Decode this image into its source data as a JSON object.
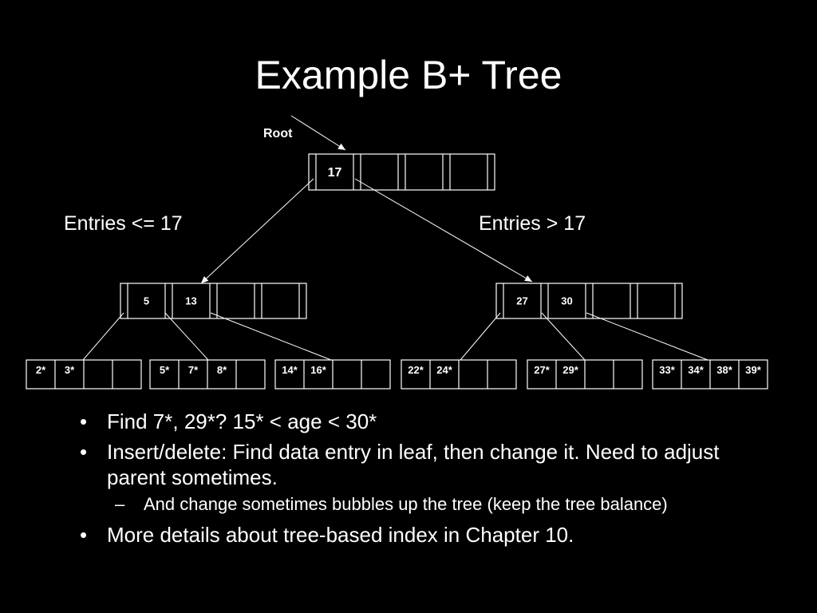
{
  "slide": {
    "title": "Example B+ Tree"
  },
  "tree": {
    "root_label": "Root",
    "left_caption": "Entries <=  17",
    "right_caption": "Entries >  17",
    "root": {
      "keys": [
        "17",
        "",
        "",
        ""
      ]
    },
    "internal": [
      {
        "keys": [
          "5",
          "13",
          "",
          ""
        ]
      },
      {
        "keys": [
          "27",
          "30",
          "",
          ""
        ]
      }
    ],
    "leaves": [
      {
        "entries": [
          "2*",
          "3*",
          "",
          ""
        ]
      },
      {
        "entries": [
          "5*",
          "7*",
          "8*",
          ""
        ]
      },
      {
        "entries": [
          "14*",
          "16*",
          "",
          ""
        ]
      },
      {
        "entries": [
          "22*",
          "24*",
          "",
          ""
        ]
      },
      {
        "entries": [
          "27*",
          "29*",
          "",
          ""
        ]
      },
      {
        "entries": [
          "33*",
          "34*",
          "38*",
          "39*"
        ]
      }
    ]
  },
  "bullets": [
    {
      "text": "Find 7*, 29*? 15* < age < 30*"
    },
    {
      "text": "Insert/delete:  Find data entry in leaf, then change it. Need to adjust parent sometimes.",
      "sub": [
        "And change sometimes bubbles up the tree (keep the tree balance)"
      ]
    },
    {
      "text": "More details about tree-based index in Chapter 10."
    }
  ],
  "colors": {
    "background": "#000000",
    "foreground": "#ffffff"
  }
}
